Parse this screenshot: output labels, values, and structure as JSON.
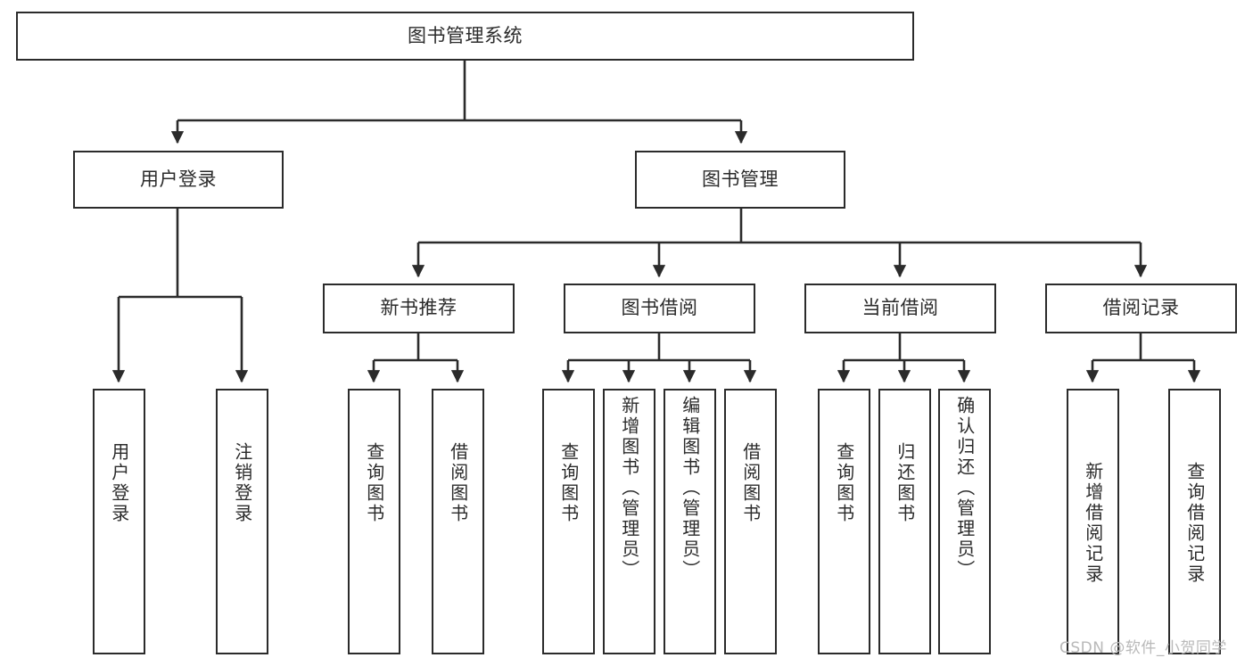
{
  "diagram": {
    "type": "hierarchy-tree",
    "title_node": {
      "id": "root",
      "label": "图书管理系统"
    },
    "levels": [
      {
        "level": 2,
        "nodes": [
          {
            "id": "user-login",
            "label": "用户登录"
          },
          {
            "id": "book-manage",
            "label": "图书管理"
          }
        ]
      },
      {
        "level": 3,
        "nodes": [
          {
            "id": "new-book-rec",
            "label": "新书推荐"
          },
          {
            "id": "book-borrow",
            "label": "图书借阅"
          },
          {
            "id": "current-borrow",
            "label": "当前借阅"
          },
          {
            "id": "borrow-record",
            "label": "借阅记录"
          }
        ]
      },
      {
        "level": 4,
        "nodes": [
          {
            "id": "leaf-user-login",
            "label": "用户登录"
          },
          {
            "id": "leaf-logout",
            "label": "注销登录"
          },
          {
            "id": "leaf-query-book-1",
            "label": "查询图书"
          },
          {
            "id": "leaf-borrow-book-1",
            "label": "借阅图书"
          },
          {
            "id": "leaf-query-book-2",
            "label": "查询图书"
          },
          {
            "id": "leaf-add-book",
            "label": "新增图书（管理员）"
          },
          {
            "id": "leaf-edit-book",
            "label": "编辑图书（管理员）"
          },
          {
            "id": "leaf-borrow-book-2",
            "label": "借阅图书"
          },
          {
            "id": "leaf-query-book-3",
            "label": "查询图书"
          },
          {
            "id": "leaf-return-book",
            "label": "归还图书"
          },
          {
            "id": "leaf-confirm-return",
            "label": "确认归还（管理员）"
          },
          {
            "id": "leaf-add-record",
            "label": "新增借阅记录"
          },
          {
            "id": "leaf-query-record",
            "label": "查询借阅记录"
          }
        ]
      }
    ],
    "edges": [
      {
        "from": "root",
        "to": "user-login"
      },
      {
        "from": "root",
        "to": "book-manage"
      },
      {
        "from": "user-login",
        "to": "leaf-user-login"
      },
      {
        "from": "user-login",
        "to": "leaf-logout"
      },
      {
        "from": "book-manage",
        "to": "new-book-rec"
      },
      {
        "from": "book-manage",
        "to": "book-borrow"
      },
      {
        "from": "book-manage",
        "to": "current-borrow"
      },
      {
        "from": "book-manage",
        "to": "borrow-record"
      },
      {
        "from": "new-book-rec",
        "to": "leaf-query-book-1"
      },
      {
        "from": "new-book-rec",
        "to": "leaf-borrow-book-1"
      },
      {
        "from": "book-borrow",
        "to": "leaf-query-book-2"
      },
      {
        "from": "book-borrow",
        "to": "leaf-add-book"
      },
      {
        "from": "book-borrow",
        "to": "leaf-edit-book"
      },
      {
        "from": "book-borrow",
        "to": "leaf-borrow-book-2"
      },
      {
        "from": "current-borrow",
        "to": "leaf-query-book-3"
      },
      {
        "from": "current-borrow",
        "to": "leaf-return-book"
      },
      {
        "from": "current-borrow",
        "to": "leaf-confirm-return"
      },
      {
        "from": "borrow-record",
        "to": "leaf-add-record"
      },
      {
        "from": "borrow-record",
        "to": "leaf-query-record"
      }
    ],
    "colors": {
      "stroke": "#2b2b2b",
      "fill": "#ffffff",
      "text": "#2b2b2b",
      "watermark": "#b9b9b9"
    }
  },
  "watermark": {
    "text": "CSDN @软件_小贺同学"
  }
}
